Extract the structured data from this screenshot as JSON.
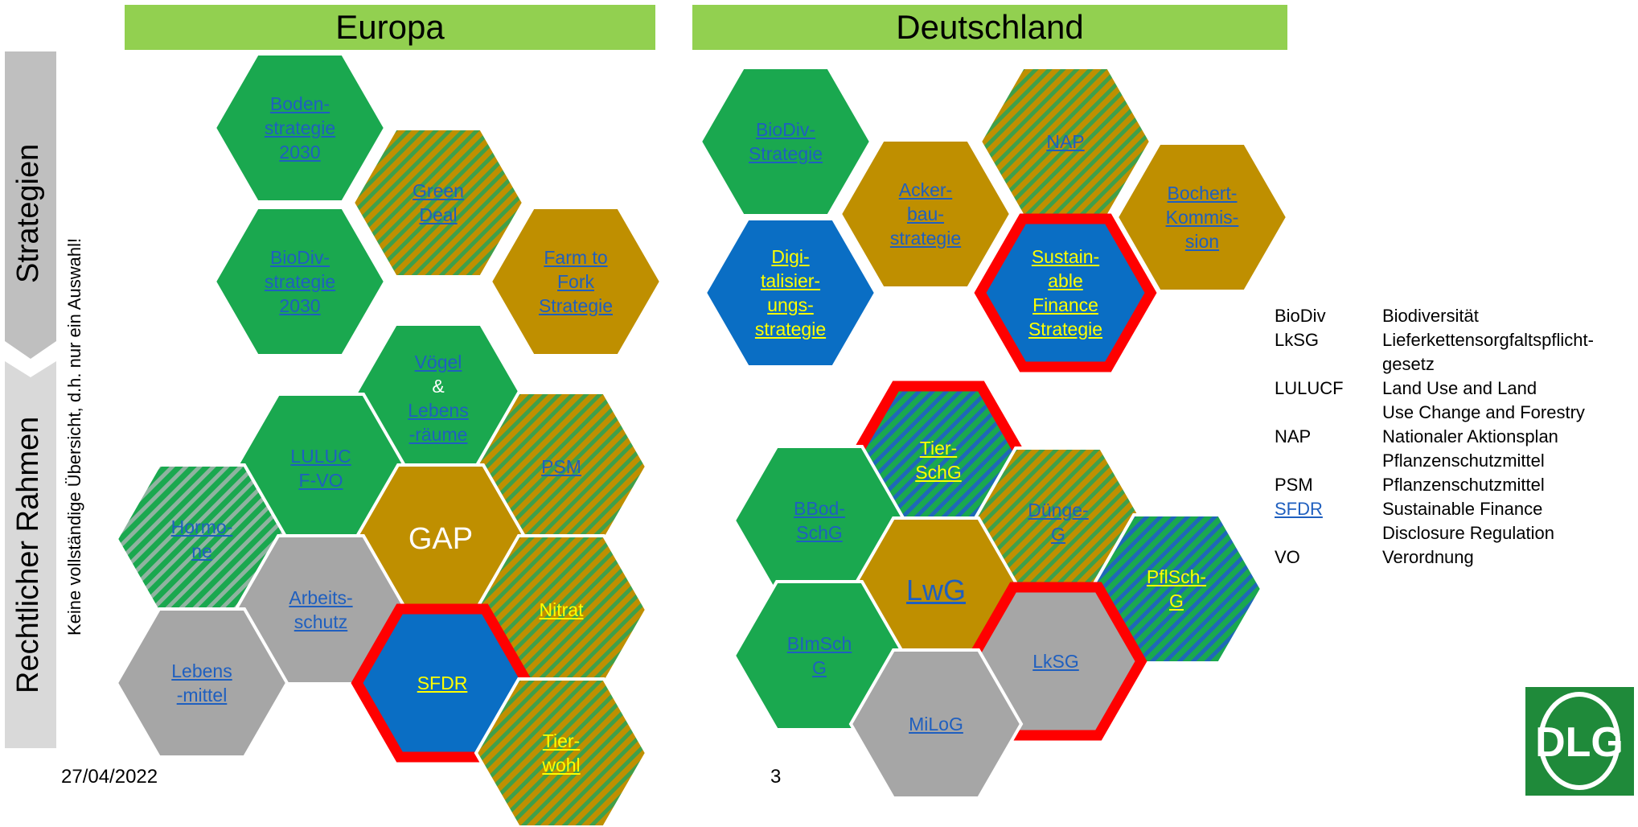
{
  "headers": {
    "europe": "Europa",
    "germany": "Deutschland"
  },
  "side": {
    "strategies": "Strategien",
    "legal": "Rechtlicher Rahmen",
    "note": "Keine vollständige Übersicht, d.h. nur ein Auswahl!"
  },
  "colors": {
    "green": "#1aa84f",
    "ochre": "#bf8f00",
    "blue": "#0a6ec4",
    "grey": "#a6a6a6",
    "highlight": "#ff0000",
    "header": "#92d050",
    "link": "#1f5fbf",
    "yellow": "#ffff00"
  },
  "hexes": [
    {
      "id": "boden",
      "text": "Boden-\nstrategie\n2030",
      "fill": "green",
      "style": "link-blue"
    },
    {
      "id": "green-deal",
      "text": "Green\nDeal",
      "fill": "stripe-og",
      "style": "link-blue"
    },
    {
      "id": "biodiv-eu",
      "text": "BioDiv-\nstrategie\n2030",
      "fill": "green",
      "style": "link-blue"
    },
    {
      "id": "farm-to-fork",
      "text": "Farm to\nFork\nStrategie",
      "fill": "ochre",
      "style": "link-blue"
    },
    {
      "id": "voegel",
      "text": "Vögel",
      "text2": "&",
      "text3": "Lebens\n-räume",
      "fill": "green",
      "style": "link-blue"
    },
    {
      "id": "lulucf",
      "text": "LULUC\nF-VO",
      "fill": "green",
      "style": "link-blue"
    },
    {
      "id": "psm",
      "text": "PSM",
      "fill": "stripe-og",
      "style": "link-blue"
    },
    {
      "id": "hormone",
      "text": "Hormo-\nne",
      "fill": "stripe-gg",
      "style": "link-blue"
    },
    {
      "id": "gap",
      "text": "GAP",
      "fill": "ochre",
      "style": "plain"
    },
    {
      "id": "arbeitsschutz",
      "text": "Arbeits-\nschutz",
      "fill": "grey",
      "style": "link-blue"
    },
    {
      "id": "nitrat",
      "text": "Nitrat",
      "fill": "stripe-og",
      "style": "link-yellow"
    },
    {
      "id": "lebensmittel",
      "text": "Lebens\n-mittel",
      "fill": "grey",
      "style": "link-blue"
    },
    {
      "id": "sfdr",
      "text": "SFDR",
      "fill": "blue",
      "style": "link-yellow",
      "highlight": true
    },
    {
      "id": "tierwohl",
      "text": "Tier-\nwohl",
      "fill": "stripe-og",
      "style": "link-yellow"
    },
    {
      "id": "biodiv-de",
      "text": "BioDiv-\nStrategie",
      "fill": "green",
      "style": "link-blue"
    },
    {
      "id": "nap",
      "text": "NAP",
      "fill": "stripe-og",
      "style": "link-blue"
    },
    {
      "id": "ackerbau",
      "text": "Acker-\nbau-\nstrategie",
      "fill": "ochre",
      "style": "link-blue"
    },
    {
      "id": "bochert",
      "text": "Bochert-\nKommis-\nsion",
      "fill": "ochre",
      "style": "link-blue"
    },
    {
      "id": "digital",
      "text": "Digi-\ntalisier-\nungs-\nstrategie",
      "fill": "blue",
      "style": "link-yellow"
    },
    {
      "id": "sustainable",
      "text": "Sustain-\nable\nFinance\nStrategie",
      "fill": "blue",
      "style": "link-yellow",
      "highlight": true
    },
    {
      "id": "tierschg",
      "text": "Tier-\nSchG",
      "fill": "stripe-gb",
      "style": "link-yellow",
      "highlight": true
    },
    {
      "id": "bbodschg",
      "text": "BBod-\nSchG",
      "fill": "green",
      "style": "link-blue"
    },
    {
      "id": "duenge",
      "text": "Dünge-\nG",
      "fill": "stripe-og",
      "style": "link-blue"
    },
    {
      "id": "lwg",
      "text": "LwG",
      "fill": "ochre",
      "style": "link-blue"
    },
    {
      "id": "pflschg",
      "text": "PflSch-\nG",
      "fill": "stripe-gb",
      "style": "link-yellow"
    },
    {
      "id": "bimschg",
      "text": "BImSch\nG",
      "fill": "green",
      "style": "link-blue"
    },
    {
      "id": "lksg",
      "text": "LkSG",
      "fill": "grey",
      "style": "link-blue",
      "highlight": true
    },
    {
      "id": "milog",
      "text": "MiLoG",
      "fill": "grey",
      "style": "link-blue"
    }
  ],
  "glossary": [
    {
      "abbr": "BioDiv",
      "def": "Biodiversität"
    },
    {
      "abbr": "LkSG",
      "def": "Lieferkettensorgfaltspflicht-\ngesetz"
    },
    {
      "abbr": "LULUCF",
      "def": "Land Use and Land\nUse Change and Forestry"
    },
    {
      "abbr": "NAP",
      "def": "Nationaler Aktionsplan\nPflanzenschutzmittel"
    },
    {
      "abbr": "PSM",
      "def": "Pflanzenschutzmittel"
    },
    {
      "abbr": "SFDR",
      "def": "Sustainable Finance\nDisclosure Regulation",
      "link": true
    },
    {
      "abbr": "VO",
      "def": "Verordnung"
    }
  ],
  "footer": {
    "date": "27/04/2022",
    "page": "3"
  },
  "logo": {
    "text": "DLG"
  }
}
